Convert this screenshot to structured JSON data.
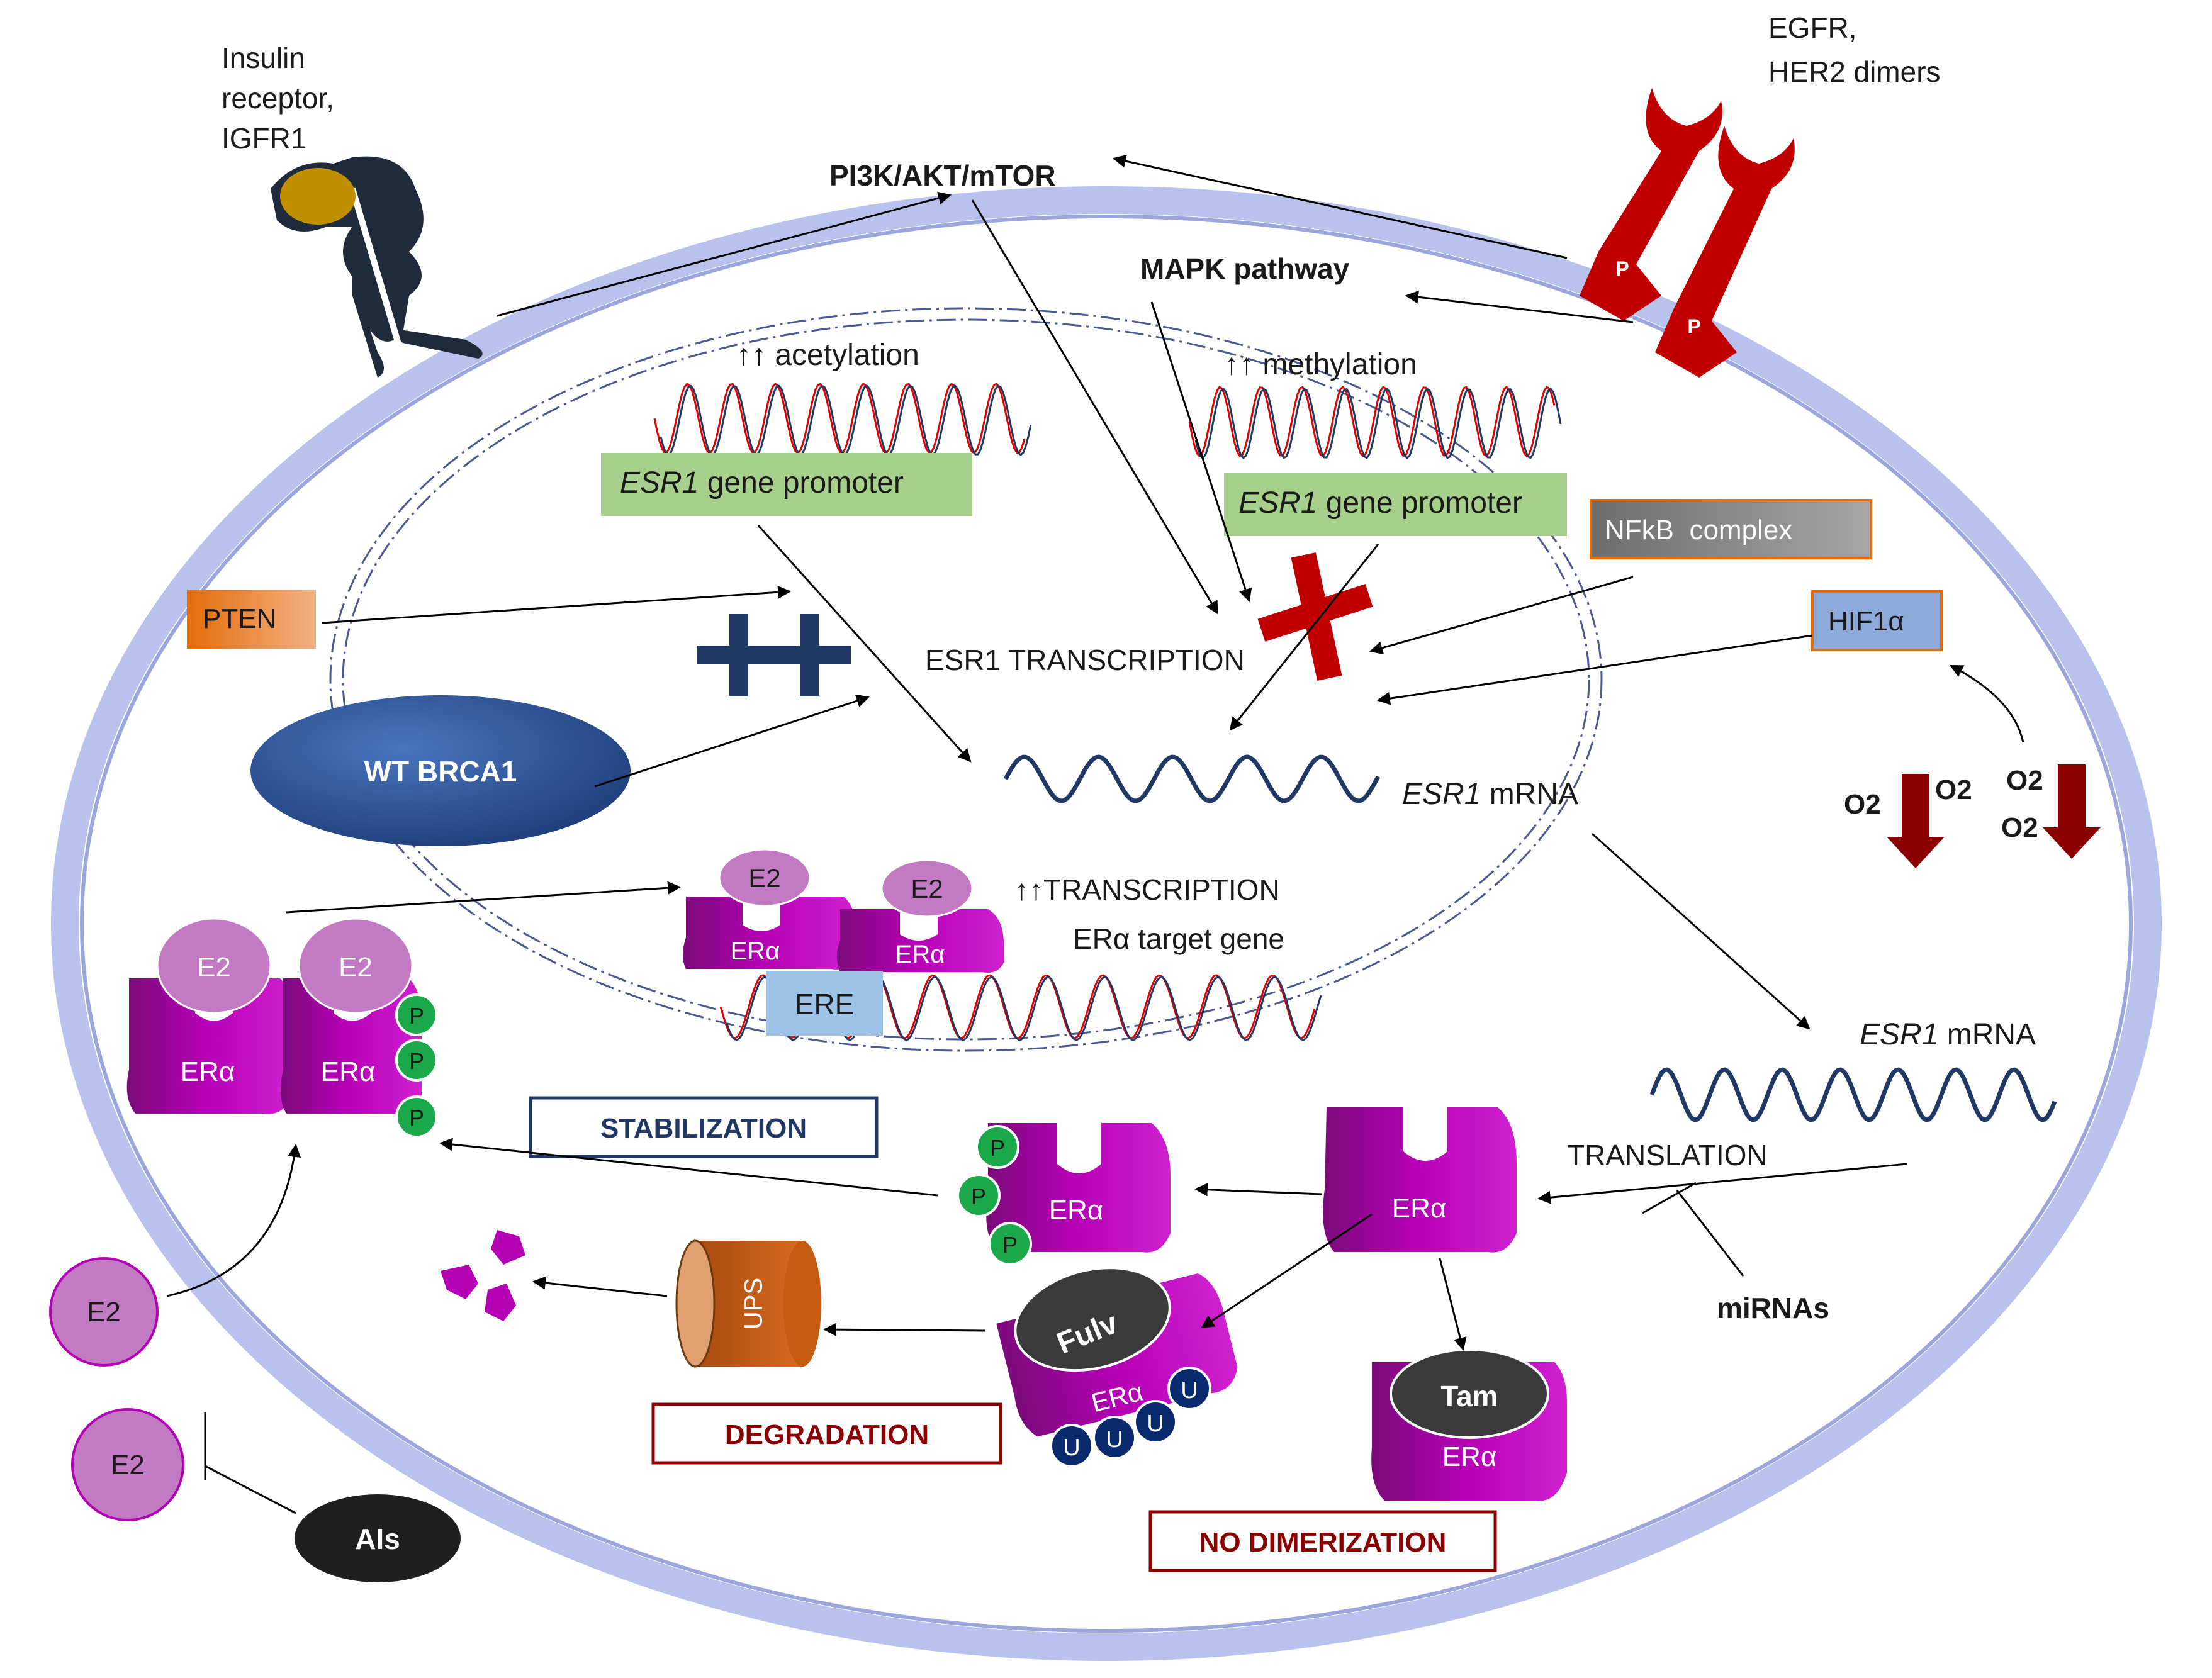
{
  "receptors": {
    "insulin": [
      "Insulin",
      "receptor,",
      "IGFR1"
    ],
    "egfr": [
      "EGFR,",
      "HER2 dimers"
    ],
    "phospho": "P"
  },
  "pathways": {
    "pi3k": "PI3K/AKT/mTOR",
    "mapk": "MAPK pathway"
  },
  "nucleus": {
    "acetylation": "↑↑ acetylation",
    "methylation": "↑↑ methylation",
    "promoter_italic": "ESR1",
    "promoter_rest": " gene promoter",
    "transcription": "ESR1 TRANSCRIPTION",
    "esr1_mrna_italic": "ESR1",
    "esr1_mrna_rest": " mRNA",
    "up_transcription": "↑↑TRANSCRIPTION",
    "target_gene": "ERα target gene",
    "ere": "ERE",
    "plus": "++"
  },
  "regulators": {
    "pten": "PTEN",
    "brca1": "WT BRCA1",
    "nfkb": "NFkB  complex",
    "hif1a": "HIF1α",
    "o2": "O2"
  },
  "molecules": {
    "e2": "E2",
    "era": "ERα",
    "p": "P",
    "u": "U",
    "fulv": "Fulv",
    "tam": "Tam",
    "ups": "UPS",
    "ais": "AIs"
  },
  "cytoplasm": {
    "mrna_italic": "ESR1",
    "mrna_rest": " mRNA",
    "translation": "TRANSLATION",
    "mirnas": "miRNAs",
    "stabilization": "STABILIZATION",
    "degradation": "DEGRADATION",
    "no_dimerization": "NO DIMERIZATION"
  },
  "colors": {
    "membrane": "#b8c2ec",
    "egfr_red": "#c00000",
    "receptor_dark": "#1f2a3a",
    "ligand_gold": "#c09000",
    "era_magenta": "#b400b4",
    "e2_purple": "#c27bc2",
    "phospho_green": "#1aa84a",
    "ubiquitin_navy": "#0a2a6e",
    "promoter_green": "#a8d08d",
    "pten_orange": "#e46c0a",
    "nfkb_gray": "#7f7f7f",
    "hif_blue": "#8eaadb",
    "ere_blue": "#9dc3e6",
    "brca1_blue": "#2f5597",
    "o2_red": "#8b0000",
    "ups_orange": "#c55a11",
    "dna_red": "#e00000",
    "dna_navy": "#1f3864"
  }
}
